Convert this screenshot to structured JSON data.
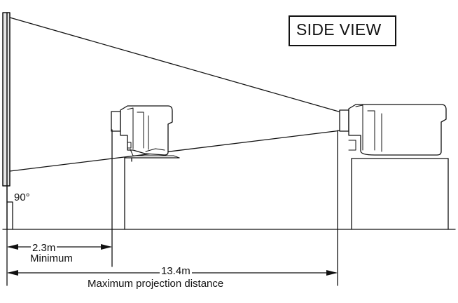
{
  "diagram": {
    "title": "SIDE VIEW",
    "angle_label": "90°",
    "minimum": {
      "value": "2.3m",
      "caption": "Minimum"
    },
    "maximum": {
      "value": "13.4m",
      "caption": "Maximum projection distance"
    }
  },
  "colors": {
    "ink": "#111111",
    "paper": "#ffffff",
    "screen_fill": "#e6e6e6"
  }
}
